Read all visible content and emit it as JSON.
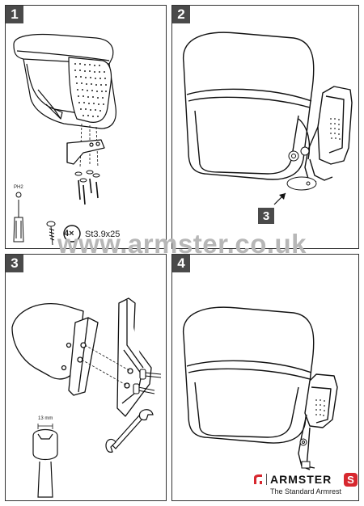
{
  "steps": [
    {
      "number": "1"
    },
    {
      "number": "2"
    },
    {
      "number": "3"
    },
    {
      "number": "4"
    }
  ],
  "step2_callout": "3",
  "screwdriver_label": "PH2",
  "screw_count": "4×",
  "screw_spec": "St3.9x25",
  "wrench_size": "13 mm",
  "watermark": "www.armster.co.uk",
  "brand": {
    "name": "ARMSTER",
    "badge": "S",
    "tagline": "The Standard Armrest",
    "logo_color": "#d7282f"
  }
}
